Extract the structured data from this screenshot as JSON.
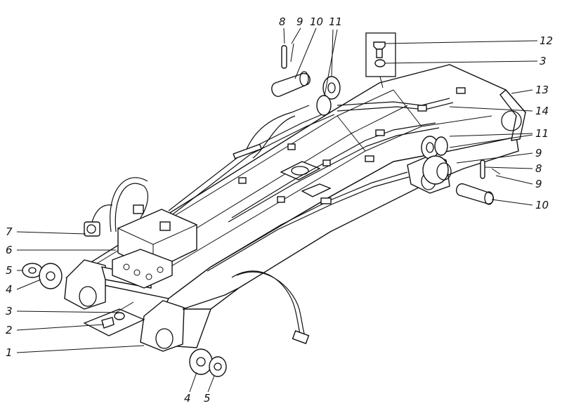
{
  "callouts": {
    "left": [
      "7",
      "6",
      "5",
      "4",
      "3",
      "2",
      "1"
    ],
    "bottom": [
      "4",
      "5"
    ],
    "top": [
      "8",
      "9",
      "10",
      "11"
    ],
    "right": [
      "12",
      "3",
      "13",
      "14",
      "11",
      "9",
      "8",
      "9",
      "10"
    ]
  }
}
